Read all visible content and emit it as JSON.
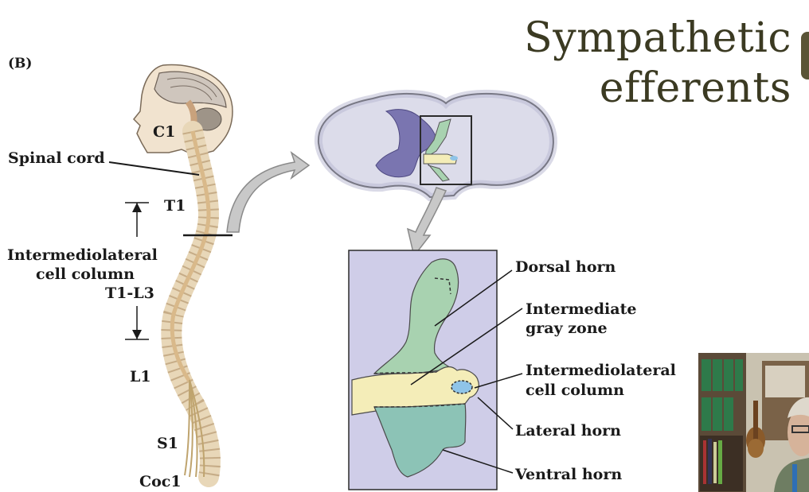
{
  "slide": {
    "title_line1": "Sympathetic",
    "title_line2": "efferents",
    "panel_label": "(B)"
  },
  "spine_labels": {
    "c1": "C1",
    "spinal_cord": "Spinal cord",
    "t1": "T1",
    "column_line1": "Intermediolateral",
    "column_line2": "cell column",
    "column_line3": "T1-L3",
    "l1": "L1",
    "s1": "S1",
    "coc1": "Coc1"
  },
  "detail_labels": {
    "dorsal_horn": "Dorsal horn",
    "intermediate_line1": "Intermediate",
    "intermediate_line2": "gray zone",
    "iml_line1": "Intermediolateral",
    "iml_line2": "cell column",
    "lateral_horn": "Lateral horn",
    "ventral_horn": "Ventral horn"
  },
  "colors": {
    "title": "#3b3a22",
    "detail_background": "#cfcde8",
    "dorsal_green": "#a8d2b0",
    "ventral_teal": "#8cc3b6",
    "intermediate_yellow": "#f4edb8",
    "iml_blue": "#8fc4e8",
    "arrow_gray": "#c8c8c8"
  }
}
